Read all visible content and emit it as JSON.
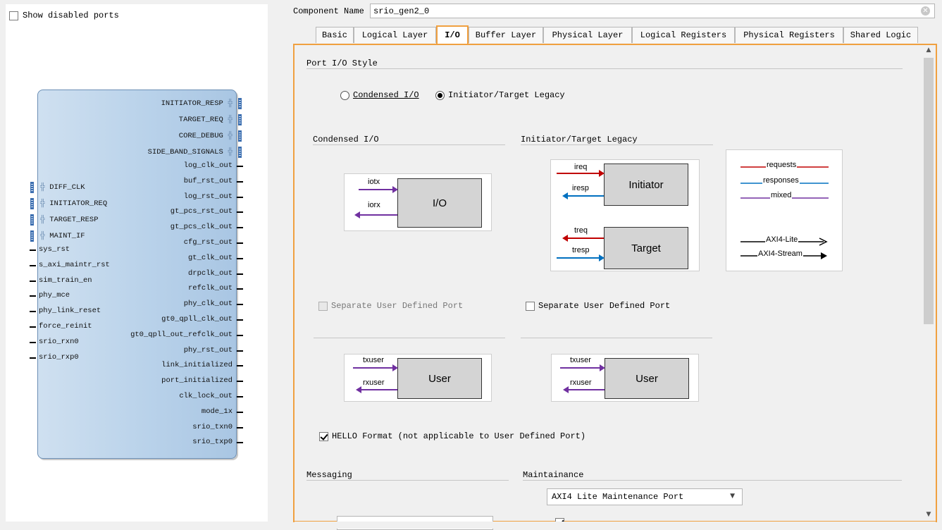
{
  "left": {
    "show_disabled_label": "Show disabled ports",
    "block": {
      "right_bus_ports": [
        "INITIATOR_RESP",
        "TARGET_REQ",
        "CORE_DEBUG",
        "SIDE_BAND_SIGNALS"
      ],
      "right_ports": [
        "log_clk_out",
        "buf_rst_out",
        "log_rst_out",
        "gt_pcs_rst_out",
        "gt_pcs_clk_out",
        "cfg_rst_out",
        "gt_clk_out",
        "drpclk_out",
        "refclk_out",
        "phy_clk_out",
        "gt0_qpll_clk_out",
        "gt0_qpll_out_refclk_out",
        "phy_rst_out",
        "link_initialized",
        "port_initialized",
        "clk_lock_out",
        "mode_1x",
        "srio_txn0",
        "srio_txp0"
      ],
      "left_bus_ports": [
        "DIFF_CLK",
        "INITIATOR_REQ",
        "TARGET_RESP",
        "MAINT_IF"
      ],
      "left_ports": [
        "sys_rst",
        "s_axi_maintr_rst",
        "sim_train_en",
        "phy_mce",
        "phy_link_reset",
        "force_reinit",
        "srio_rxn0",
        "srio_rxp0"
      ]
    }
  },
  "component": {
    "label": "Component Name",
    "value": "srio_gen2_0"
  },
  "tabs": [
    "Basic",
    "Logical Layer",
    "I/O",
    "Buffer Layer",
    "Physical Layer",
    "Logical Registers",
    "Physical Registers",
    "Shared Logic"
  ],
  "io": {
    "port_style_title": "Port I/O Style",
    "radio_condensed": "Condensed I/O",
    "radio_legacy": "Initiator/Target Legacy",
    "condensed_title": "Condensed I/O",
    "legacy_title": "Initiator/Target Legacy",
    "cond_diagram": {
      "box": "I/O",
      "out": "iotx",
      "in": "iorx"
    },
    "legacy_diagram": {
      "initiator": "Initiator",
      "target": "Target",
      "ireq": "ireq",
      "iresp": "iresp",
      "treq": "treq",
      "tresp": "tresp"
    },
    "legend": {
      "requests": "requests",
      "responses": "responses",
      "mixed": "mixed",
      "axi_lite": "AXI4-Lite",
      "axi_stream": "AXI4-Stream"
    },
    "separate_user_label": "Separate User Defined Port",
    "user_diagram": {
      "box": "User",
      "out": "txuser",
      "in": "rxuser"
    },
    "hello_label": "HELLO Format (not applicable to User Defined Port)",
    "messaging_title": "Messaging",
    "maintenance_title": "Maintainance",
    "maint_select_value": "AXI4 Lite Maintenance Port"
  },
  "colors": {
    "accent": "#f0a040",
    "requests": "#c00000",
    "responses": "#0070c0",
    "mixed": "#7030a0",
    "block_fill": "#b9d2ea"
  },
  "icons": {
    "clear": "circle-x-icon",
    "scroll_up": "chevron-up-icon",
    "scroll_down": "chevron-down-icon",
    "dropdown": "triangle-down-icon"
  }
}
